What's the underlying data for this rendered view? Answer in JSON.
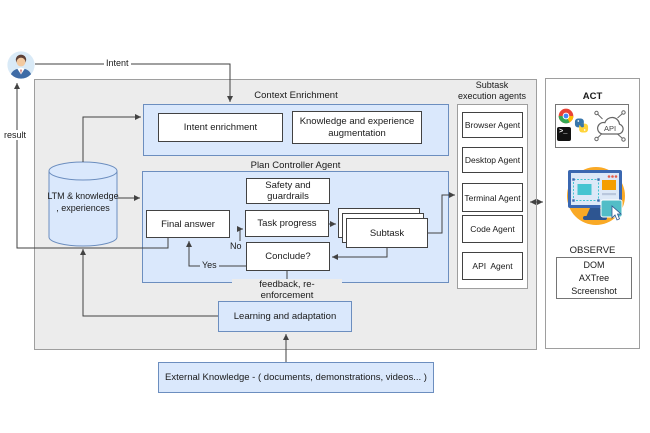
{
  "diagram": {
    "user": {
      "intent_label": "Intent",
      "result_label": "result"
    },
    "memory": {
      "line1": "LTM & knowledge",
      "line2": ", experiences"
    },
    "context_enrichment": {
      "title": "Context Enrichment",
      "intent_enrichment": "Intent enrichment",
      "knowledge_augmentation": "Knowledge and experience augmentation"
    },
    "plan_controller": {
      "title": "Plan Controller Agent",
      "safety": "Safety and guardrails",
      "final_answer": "Final answer",
      "task_progress": "Task progress",
      "subtask": "Subtask",
      "conclude": "Conclude?",
      "no_label": "No",
      "yes_label": "Yes",
      "feedback_label": "feedback, re-enforcement"
    },
    "subtask_agents": {
      "title_line1": "Subtask",
      "title_line2": "execution agents",
      "agents": [
        "Browser Agent",
        "Desktop Agent",
        "Terminal Agent",
        "Code Agent",
        "API  Agent"
      ]
    },
    "act": {
      "title": "ACT",
      "api_icon_label": "API",
      "terminal_glyph": ">_"
    },
    "observe": {
      "title": "OBSERVE",
      "items": [
        "DOM",
        "AXTree",
        "Screenshot"
      ]
    },
    "learning": {
      "label": "Learning and adaptation"
    },
    "external_knowledge": {
      "label": "External Knowledge - ( documents, demonstrations, videos... )"
    },
    "colors": {
      "box_blue_fill": "#dae8fc",
      "box_blue_border": "#6c8ebf",
      "container_gray_fill": "#ececec",
      "connector": "#424242",
      "monitor_orange": "#f9a926",
      "monitor_blue": "#3a67b0",
      "teal_accent": "#52bdc7"
    }
  }
}
